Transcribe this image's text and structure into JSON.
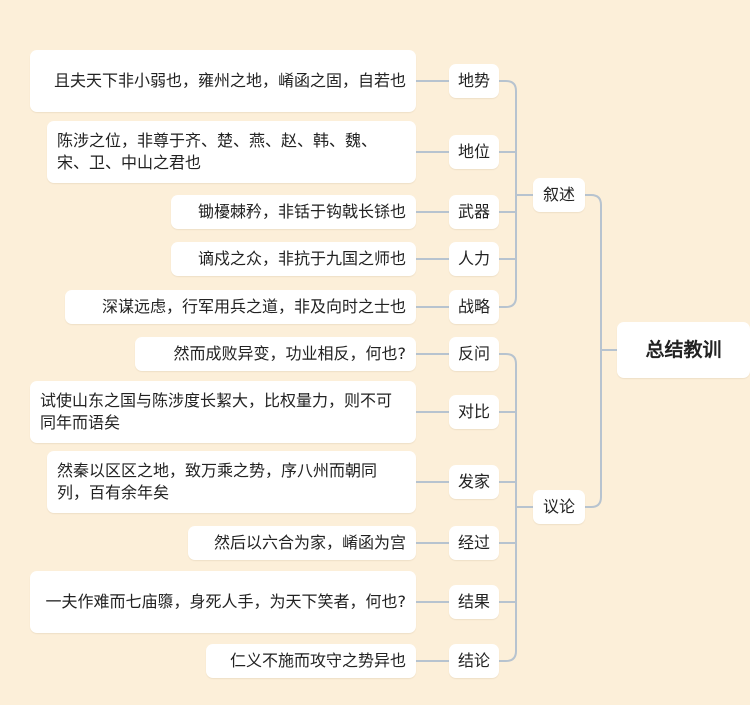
{
  "root": {
    "label": "总结教训"
  },
  "groups": [
    {
      "label": "叙述",
      "items": [
        {
          "label": "地势",
          "text": "且夫天下非小弱也，雍州之地，崤函之固，自若也"
        },
        {
          "label": "地位",
          "text": "陈涉之位，非尊于齐、楚、燕、赵、韩、魏、宋、卫、中山之君也"
        },
        {
          "label": "武器",
          "text": "锄櫌棘矜，非铦于钩戟长铩也"
        },
        {
          "label": "人力",
          "text": "谪戍之众，非抗于九国之师也"
        },
        {
          "label": "战略",
          "text": "深谋远虑，行军用兵之道，非及向时之士也"
        }
      ]
    },
    {
      "label": "议论",
      "items": [
        {
          "label": "反问",
          "text": "然而成败异变，功业相反，何也?"
        },
        {
          "label": "对比",
          "text": "试使山东之国与陈涉度长絜大，比权量力，则不可同年而语矣"
        },
        {
          "label": "发家",
          "text": "然秦以区区之地，致万乘之势，序八州而朝同列，百有余年矣"
        },
        {
          "label": "经过",
          "text": "然后以六合为家，崤函为宫"
        },
        {
          "label": "结果",
          "text": "一夫作难而七庙隳，身死人手，为天下笑者，何也?"
        },
        {
          "label": "结论",
          "text": "仁义不施而攻守之势异也"
        }
      ]
    }
  ],
  "colors": {
    "background": "#fcefd9",
    "node": "#ffffff",
    "connector": "#b7c3cf",
    "text": "#222222"
  }
}
